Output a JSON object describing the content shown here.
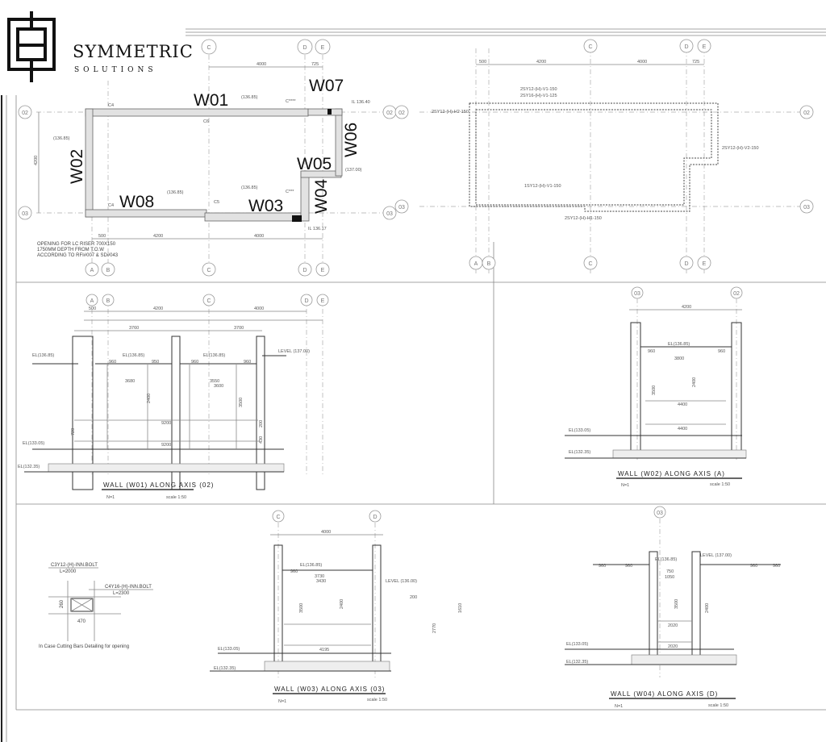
{
  "logo": {
    "title": "SYMMETRIC",
    "subtitle": "SOLUTIONS"
  },
  "plan": {
    "walls": [
      "W01",
      "W02",
      "W03",
      "W04",
      "W05",
      "W06",
      "W07",
      "W08"
    ],
    "levels": [
      "(136.85)",
      "(136.85)",
      "(136.85)",
      "(136.85)",
      "(137.00)"
    ],
    "column_tags": [
      "C4",
      "C6",
      "C4",
      "C5",
      "C****",
      "C***"
    ],
    "spot_levels": [
      "IL 136.40",
      "IL 136.17"
    ],
    "dims": [
      "4000",
      "725",
      "4200",
      "4000",
      "500"
    ],
    "note": [
      "OPENING FOR LC RISER 700X150",
      "1750MM DEPTH FROM T.O.W",
      "ACCORDING TO RFI#007 & SD#043"
    ],
    "grid_x": [
      "A",
      "B",
      "C",
      "D",
      "E"
    ],
    "grid_y": [
      "02",
      "03"
    ],
    "side_dim": "4200"
  },
  "rebar_plan": {
    "dims": [
      "500",
      "4200",
      "4000",
      "725"
    ],
    "labels": [
      "2SY12-(H)-V1-150",
      "2SY16-(H)-V1-125",
      "2SY12-(H)-H2-150",
      "1SY12-(H)-V1-150",
      "2SY12-(H)-H1-150",
      "2SY12-(H)-V2-150"
    ]
  },
  "elevations": [
    {
      "title": "WALL (W01) ALONG AXIS (02)",
      "n": "N=1",
      "scale": "scale 1:50",
      "dims": [
        "500",
        "4200",
        "4000",
        "3760",
        "3700",
        "960",
        "950",
        "960",
        "960",
        "3680",
        "3550",
        "3600",
        "9200",
        "9200",
        "2400",
        "3500",
        "720",
        "200",
        "430"
      ],
      "levels": [
        "EL(136.85)",
        "EL(136.85)",
        "EL(136.85)",
        "EL(133.05)",
        "EL(132.35)",
        "LEVEL (137.00)"
      ],
      "grid": [
        "A",
        "B",
        "C",
        "D",
        "E"
      ]
    },
    {
      "title": "WALL (W02) ALONG AXIS (A)",
      "n": "N=1",
      "scale": "scale 1:50",
      "dims": [
        "4200",
        "960",
        "960",
        "3800",
        "4400",
        "4400",
        "2400",
        "3500"
      ],
      "levels": [
        "EL(136.85)",
        "EL(133.05)",
        "EL(132.35)"
      ],
      "grid": [
        "03",
        "02"
      ]
    },
    {
      "title": "WALL (W03) ALONG AXIS (03)",
      "n": "N=1",
      "scale": "scale 1:50",
      "dims": [
        "4000",
        "3730",
        "3430",
        "960",
        "4195",
        "2400",
        "3500",
        "200",
        "2770",
        "1610"
      ],
      "levels": [
        "EL(136.85)",
        "LEVEL (136.00)",
        "EL(133.05)",
        "EL(132.35)"
      ],
      "grid": [
        "C",
        "D"
      ]
    },
    {
      "title": "WALL (W04) ALONG AXIS (D)",
      "n": "N=1",
      "scale": "scale 1:50",
      "dims": [
        "960",
        "960",
        "960",
        "960",
        "750",
        "1050",
        "2020",
        "2020",
        "2400",
        "3500"
      ],
      "levels": [
        "EL(136.85)",
        "LEVEL (137.00)",
        "EL(133.05)",
        "EL(132.35)"
      ],
      "grid": [
        "03"
      ]
    }
  ],
  "detail": {
    "label1": "C3Y12-(H)-INN.BOLT",
    "len1": "L=2000",
    "label2": "C4Y16-(H)-INN.BOLT",
    "len2": "L=2300",
    "w": "470",
    "h": "260",
    "caption": "In Case Cutting Bars Detailing for opening"
  }
}
